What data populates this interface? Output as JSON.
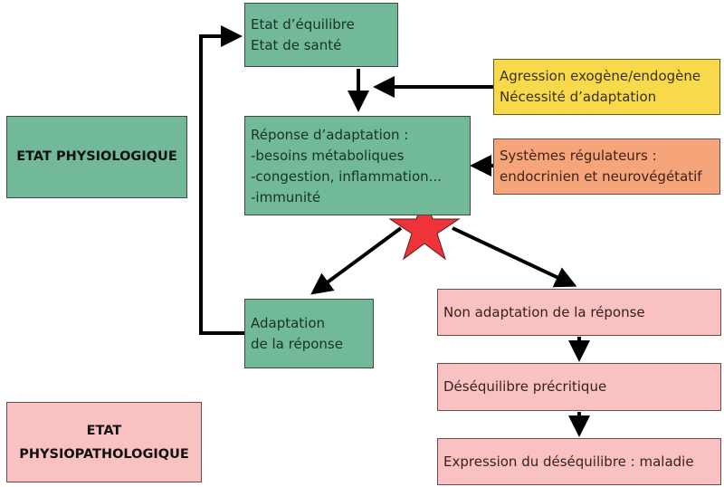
{
  "diagram": {
    "left_labels": {
      "physiological": "ETAT PHYSIOLOGIQUE",
      "pathological": [
        "ETAT",
        "PHYSIOPATHOLOGIQUE"
      ]
    },
    "nodes": {
      "equilibrium": [
        "Etat d’équilibre",
        "Etat de santé"
      ],
      "aggression": [
        "Agression exogène/endogène",
        "Nécessité d’adaptation"
      ],
      "adaptive_response": [
        "Réponse d’adaptation :",
        "-besoins métaboliques",
        "-congestion, inflammation...",
        "-immunité"
      ],
      "regulators": [
        "Systèmes régulateurs :",
        "endocrinien et neurovégétatif"
      ],
      "adaptation": [
        "Adaptation",
        "de la réponse"
      ],
      "non_adaptation": "Non adaptation de la réponse",
      "precritical": "Déséquilibre précritique",
      "disease": "Expression du déséquilibre : maladie"
    },
    "colors": {
      "physiological": "#72b99a",
      "pathological": "#f9c1c2",
      "aggression": "#f8d94b",
      "regulators": "#f6a47a",
      "star": "#ee3438"
    }
  }
}
